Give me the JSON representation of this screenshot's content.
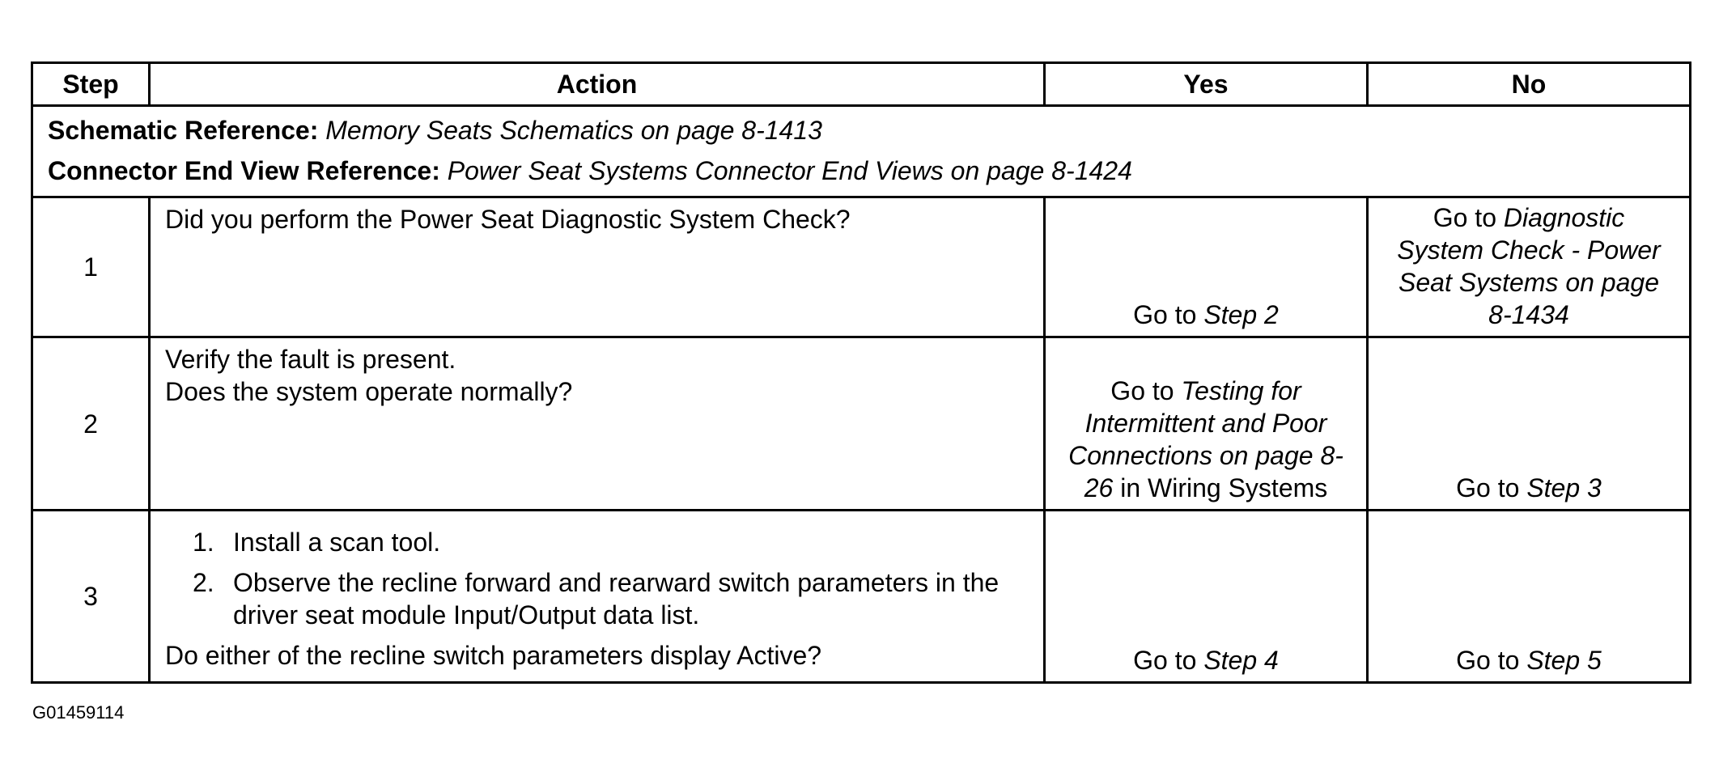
{
  "headers": {
    "step": "Step",
    "action": "Action",
    "yes": "Yes",
    "no": "No"
  },
  "references": {
    "schematic_label": "Schematic Reference:",
    "schematic_text": "Memory Seats Schematics on page 8-1413",
    "connector_label": "Connector End View Reference:",
    "connector_text": "Power Seat Systems Connector End Views on page 8-1424"
  },
  "rows": [
    {
      "step": "1",
      "action_lines": [
        "Did you perform the Power Seat Diagnostic System Check?"
      ],
      "yes": {
        "prefix": "Go to ",
        "link": "Step 2"
      },
      "no": {
        "prefix": "Go to ",
        "link": "Diagnostic System Check - Power Seat Systems on page 8-1434"
      }
    },
    {
      "step": "2",
      "action_lines": [
        "Verify the fault is present.",
        "Does the system operate normally?"
      ],
      "yes": {
        "prefix": "Go to ",
        "link": "Testing for Intermittent and Poor Connections on page 8-26",
        "suffix": " in Wiring Systems"
      },
      "no": {
        "prefix": "Go to ",
        "link": "Step 3"
      }
    },
    {
      "step": "3",
      "action_items": [
        {
          "num": "1.",
          "text": "Install a scan tool."
        },
        {
          "num": "2.",
          "text": "Observe the recline forward and rearward switch parameters in the driver seat module Input/Output data list."
        }
      ],
      "action_question": "Do either of the recline switch parameters display Active?",
      "yes": {
        "prefix": "Go to ",
        "link": "Step 4"
      },
      "no": {
        "prefix": "Go to ",
        "link": "Step 5"
      }
    }
  ],
  "figure_id": "G01459114"
}
